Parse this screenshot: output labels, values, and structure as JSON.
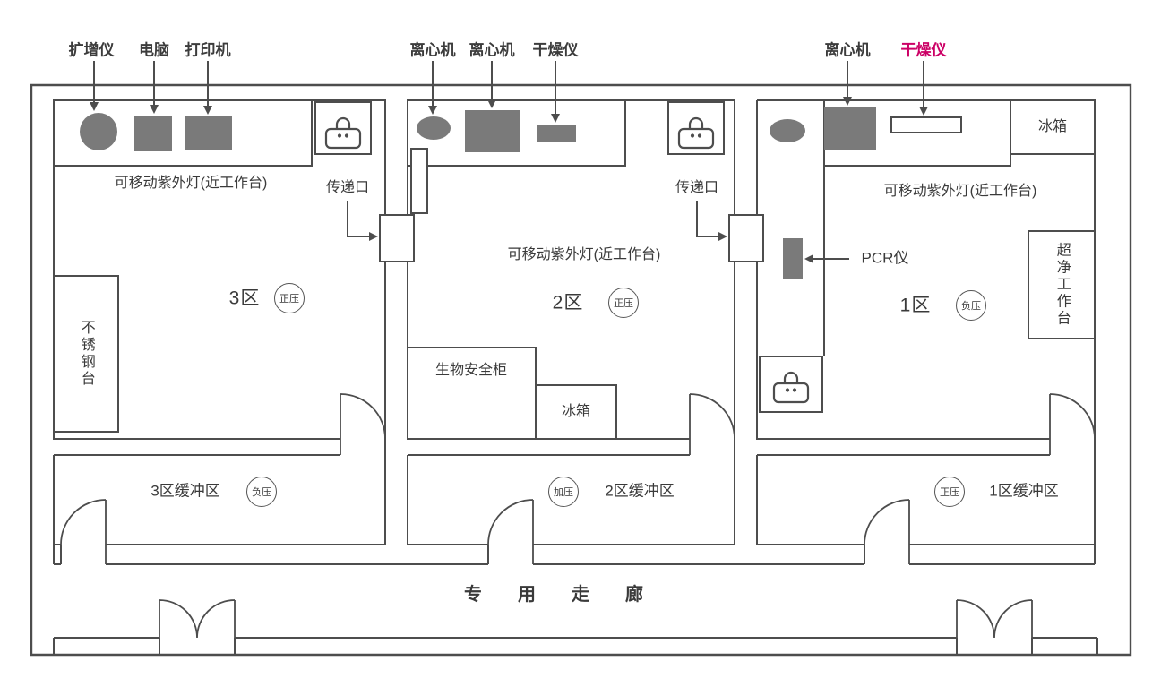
{
  "colors": {
    "line": "#4d4d4d",
    "equipment_fill": "#7a7a7a",
    "text": "#3a3a3a",
    "highlight": "#cc0066"
  },
  "top_labels": {
    "amplifier": "扩增仪",
    "computer": "电脑",
    "printer": "打印机",
    "centrifuge_a": "离心机",
    "centrifuge_b": "离心机",
    "dryer_mid": "干燥仪",
    "centrifuge_c": "离心机",
    "dryer_right": "干燥仪"
  },
  "zone3": {
    "uv_note": "可移动紫外灯(近工作台)",
    "pass_window": "传递口",
    "zone_name": "3区",
    "pressure": "正压",
    "steel_table": "不锈钢台"
  },
  "zone2": {
    "uv_note": "可移动紫外灯(近工作台)",
    "pass_window": "传递口",
    "zone_name": "2区",
    "pressure": "正压",
    "biosafety_cabinet": "生物安全柜",
    "fridge": "冰箱"
  },
  "zone1": {
    "uv_note": "可移动紫外灯(近工作台)",
    "zone_name": "1区",
    "pressure": "负压",
    "fridge": "冰箱",
    "pcr_machine": "PCR仪",
    "clean_bench": "超净工作台"
  },
  "buffer3": {
    "label": "3区缓冲区",
    "pressure": "负压"
  },
  "buffer2": {
    "label": "2区缓冲区",
    "pressure": "加压"
  },
  "buffer1": {
    "label": "1区缓冲区",
    "pressure": "正压"
  },
  "corridor": {
    "label": "专用走廊"
  }
}
